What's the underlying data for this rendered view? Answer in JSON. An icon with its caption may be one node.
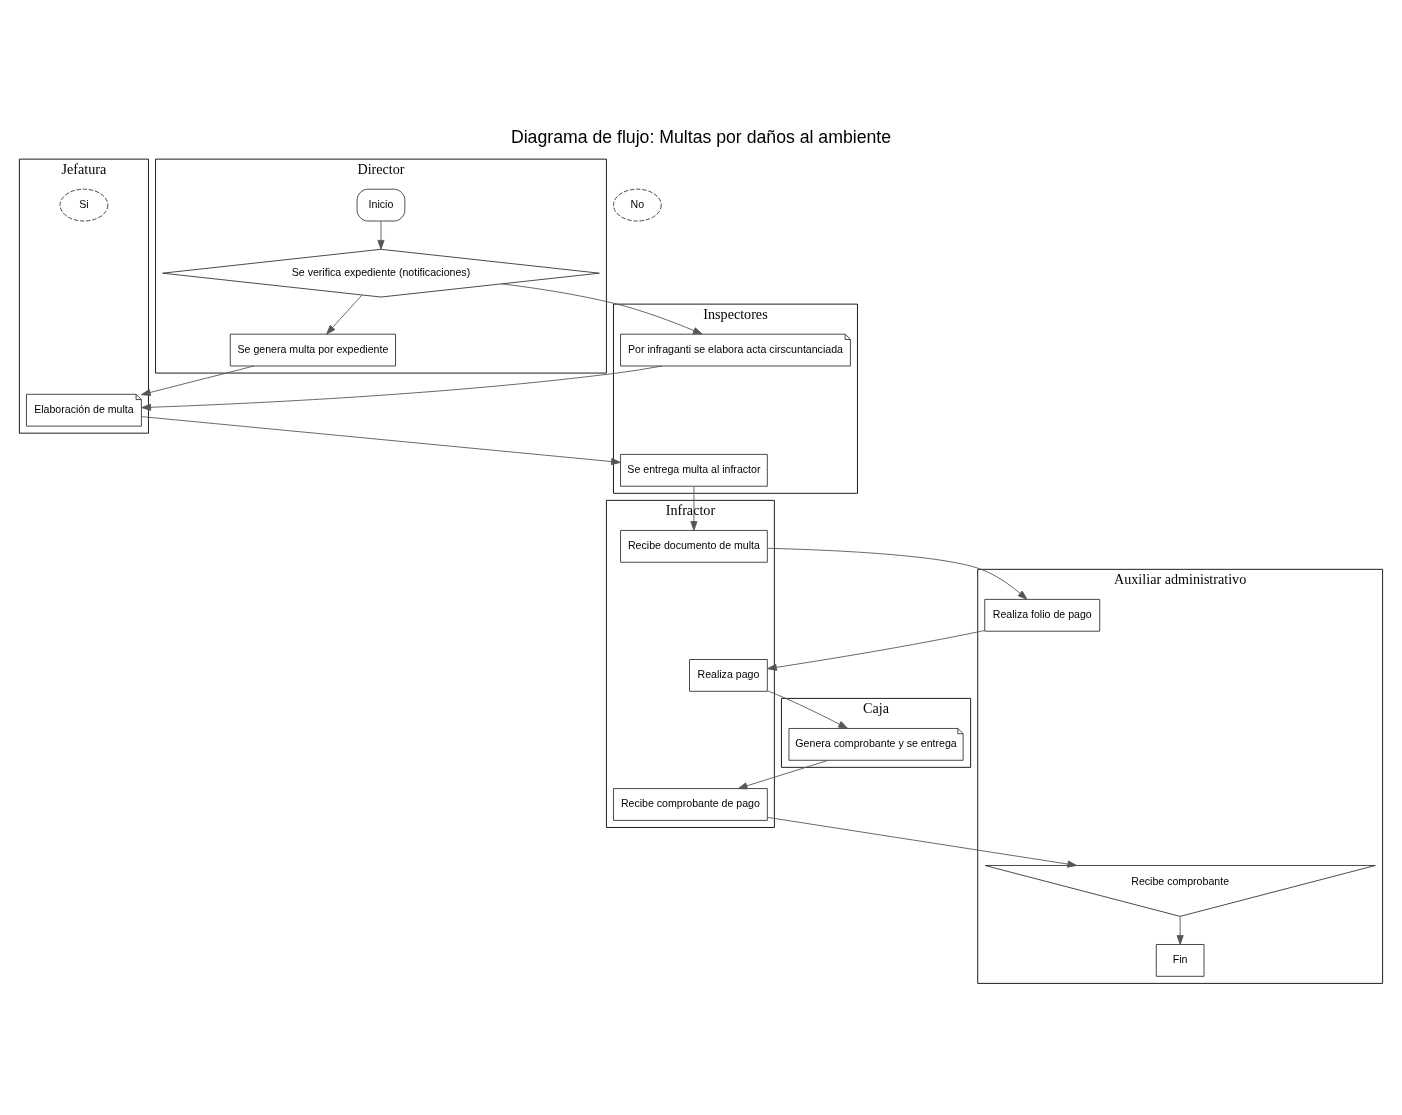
{
  "diagram": {
    "title": "Diagrama de flujo: Multas por daños al ambiente",
    "nodes": [
      {
        "text": [
          "Auxiliar administrativo"
        ]
      },
      {
        "text": [
          "Inspectores"
        ]
      },
      {
        "text": [
          "Jefatura"
        ]
      },
      {
        "text": [
          "Director"
        ]
      },
      {
        "text": [
          "Infractor"
        ]
      },
      {
        "text": [
          "Caja"
        ]
      },
      {
        "text": [
          "Inicio"
        ],
        "in": 3
      },
      {
        "text": [
          "Se verifica expediente (notificaciones)"
        ],
        "in": 3
      },
      {
        "text": [
          "Si"
        ],
        "in": 2
      },
      {
        "text": [
          "No"
        ]
      },
      {
        "text": [
          "Por infraganti se elabora acta cirscuntanciada"
        ],
        "in": 1
      },
      {
        "text": [
          "Elaboración de multa"
        ],
        "in": 2
      },
      {
        "text": [
          "Se genera multa por expediente"
        ],
        "in": 3
      },
      {
        "text": [
          "Se entrega multa al infractor"
        ],
        "in": 1
      },
      {
        "text": [
          "Recibe documento de multa"
        ],
        "in": 4
      },
      {
        "text": [
          "Realiza folio de pago"
        ],
        "in": 0
      },
      {
        "text": [
          "Realiza pago"
        ],
        "in": 4
      },
      {
        "text": [
          "Genera comprobante y se entrega"
        ],
        "in": 5
      },
      {
        "text": [
          "Recibe comprobante de pago"
        ],
        "in": 4
      },
      {
        "text": [
          "Recibe comprobante"
        ],
        "in": 0
      },
      {
        "text": [
          "Fin"
        ],
        "in": 0
      }
    ],
    "edges": [
      {
        "from": 6,
        "to": 7,
        "arrow": "to"
      },
      {
        "from": 7,
        "to": 10,
        "arrow": "to"
      },
      {
        "from": 7,
        "to": 12,
        "arrow": "to"
      },
      {
        "from": 10,
        "to": 11,
        "arrow": "to"
      },
      {
        "from": 12,
        "to": 11,
        "arrow": "to"
      },
      {
        "from": 11,
        "to": 13,
        "arrow": "to"
      },
      {
        "from": 13,
        "to": 14,
        "arrow": "to"
      },
      {
        "from": 14,
        "to": 15,
        "arrow": "to"
      },
      {
        "from": 15,
        "to": 16,
        "arrow": "to"
      },
      {
        "from": 16,
        "to": 17,
        "arrow": "to"
      },
      {
        "from": 17,
        "to": 18,
        "arrow": "to"
      },
      {
        "from": 18,
        "to": 19,
        "arrow": "to"
      },
      {
        "from": 19,
        "to": 20,
        "arrow": "to"
      }
    ]
  }
}
